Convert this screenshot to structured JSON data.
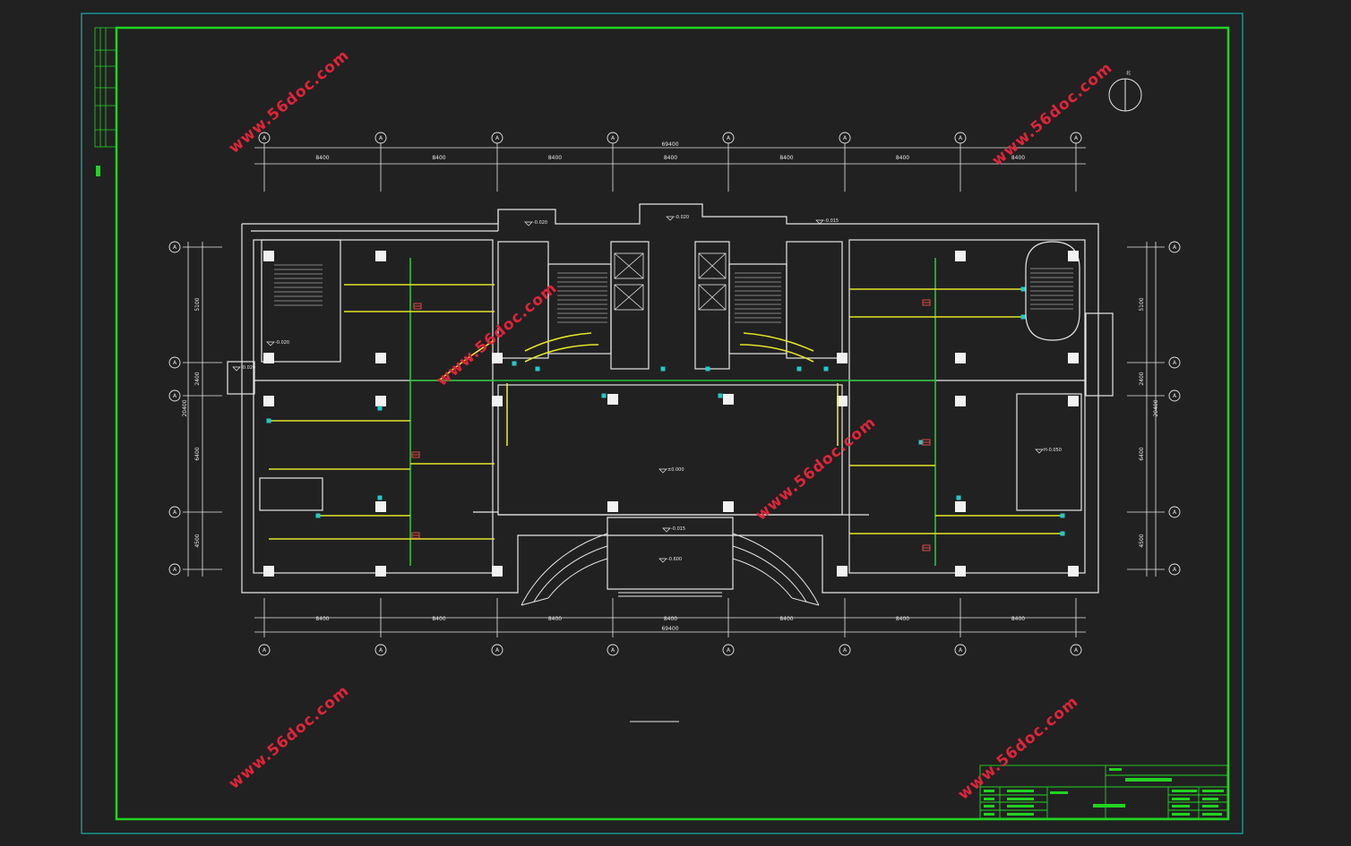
{
  "drawing": {
    "dimension_labels": {
      "bay_labels": [
        "8400",
        "8400",
        "8400",
        "8400",
        "8400",
        "8400",
        "8400"
      ],
      "overall_label": "69400",
      "side_labels": [
        "5100",
        "2400",
        "6400",
        "4500"
      ],
      "side_total": "20400"
    },
    "grid_bubble_label": "A",
    "levels": [
      "-0.020",
      "-0.020",
      "-0.015",
      "-0.015",
      "±0.000",
      "-0.600",
      "-0.020",
      "-0.020",
      "H-0.050"
    ]
  },
  "watermarks": [
    "www.56doc.com",
    "www.56doc.com",
    "www.56doc.com",
    "www.56doc.com",
    "www.56doc.com",
    "www.56doc.com"
  ],
  "colors": {
    "background": "#212121",
    "walls": "#e6e6e6",
    "conduit_yellow": "#e4e428",
    "conduit_green": "#29c43a",
    "device_cyan": "#23c9c9",
    "device_red": "#e04848",
    "frame_green": "#22d322",
    "outer_border": "#16b0b0",
    "watermark": "#e0243a"
  }
}
